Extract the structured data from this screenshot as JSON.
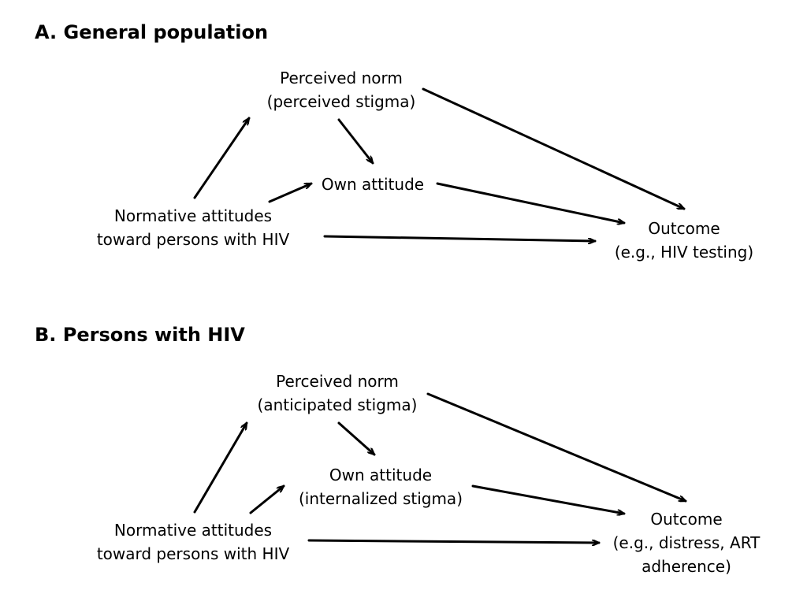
{
  "panels": [
    {
      "title": "A. General population",
      "nodes": {
        "perceived_norm": [
          "Perceived norm",
          "(perceived stigma)"
        ],
        "own_attitude": [
          "Own attitude"
        ],
        "normative": [
          "Normative attitudes",
          "toward persons with HIV"
        ],
        "outcome": [
          "Outcome",
          "(e.g., HIV testing)"
        ]
      }
    },
    {
      "title": "B. Persons with HIV",
      "nodes": {
        "perceived_norm": [
          "Perceived norm",
          "(anticipated stigma)"
        ],
        "own_attitude": [
          "Own attitude",
          "(internalized stigma)"
        ],
        "normative": [
          "Normative attitudes",
          "toward persons with HIV"
        ],
        "outcome": [
          "Outcome",
          "(e.g., distress, ART",
          "adherence)"
        ]
      }
    }
  ],
  "edges": [
    {
      "from": "normative",
      "to": "perceived_norm"
    },
    {
      "from": "normative",
      "to": "own_attitude"
    },
    {
      "from": "perceived_norm",
      "to": "own_attitude"
    },
    {
      "from": "perceived_norm",
      "to": "outcome"
    },
    {
      "from": "own_attitude",
      "to": "outcome"
    },
    {
      "from": "normative",
      "to": "outcome"
    }
  ],
  "colors": {
    "text": "#000000",
    "arrow": "#000000",
    "background": "#ffffff"
  }
}
